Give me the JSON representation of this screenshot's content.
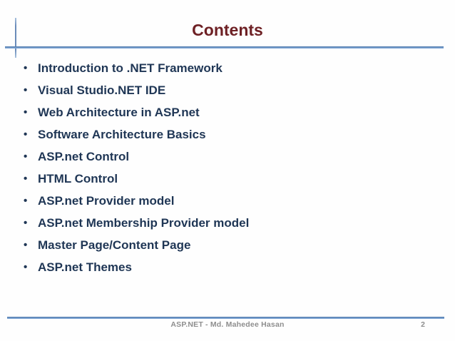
{
  "slide": {
    "title": "Contents",
    "bullet_char": "•",
    "bullets": [
      "Introduction to .NET Framework",
      "Visual Studio.NET IDE",
      "Web Architecture in ASP.net",
      "Software Architecture Basics",
      "ASP.net Control",
      "HTML Control",
      "ASP.net Provider model",
      "ASP.net Membership Provider model",
      "Master Page/Content Page",
      "ASP.net Themes"
    ],
    "footer": {
      "text": "ASP.NET - Md. Mahedee Hasan",
      "page_number": "2"
    },
    "colors": {
      "title_text": "#6e2125",
      "bullet_text": "#1f3655",
      "accent_line_dark": "#4e78a9",
      "accent_line_light": "#8ab1de",
      "footer_text": "#8e8e8e"
    }
  }
}
